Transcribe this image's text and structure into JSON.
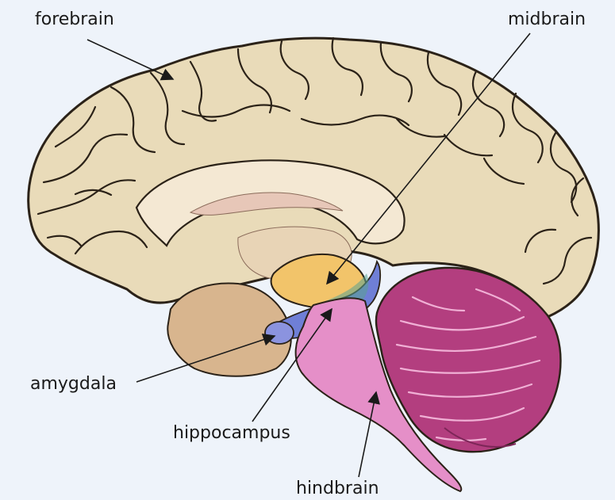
{
  "labels": {
    "forebrain": "forebrain",
    "midbrain": "midbrain",
    "amygdala": "amygdala",
    "hippocampus": "hippocampus",
    "hindbrain": "hindbrain"
  },
  "colors": {
    "background": "#eef3fa",
    "cortex": "#e9dbb9",
    "cortex_outline": "#2b2218",
    "corpus_callosum": "#f4e8d3",
    "diencephalon": "#d8b58e",
    "midbrain": "#f2c46a",
    "hippocampus": "#6f7fd6",
    "amygdala": "#8b93df",
    "hindbrain": "#e58fc8",
    "cerebellum": "#b33e7f",
    "cerebellum_folia": "#f0b0d5",
    "leader_line": "#1a1a1a"
  }
}
